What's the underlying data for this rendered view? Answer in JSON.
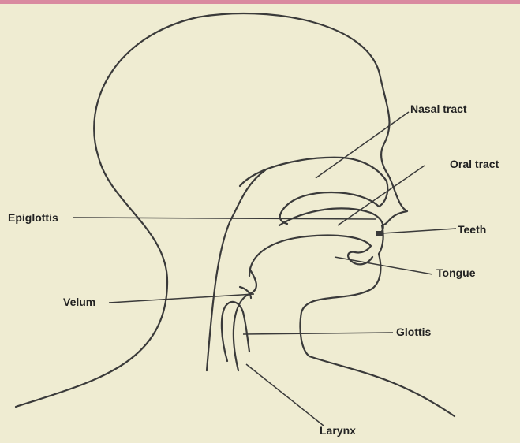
{
  "colors": {
    "background": "#efecd2",
    "line": "#3a3a3a",
    "border": "#d98aa0",
    "text": "#222222"
  },
  "labels": {
    "nasal_tract": "Nasal tract",
    "oral_tract": "Oral tract",
    "epiglottis": "Epiglottis",
    "teeth": "Teeth",
    "tongue": "Tongue",
    "velum": "Velum",
    "glottis": "Glottis",
    "larynx": "Larynx"
  }
}
